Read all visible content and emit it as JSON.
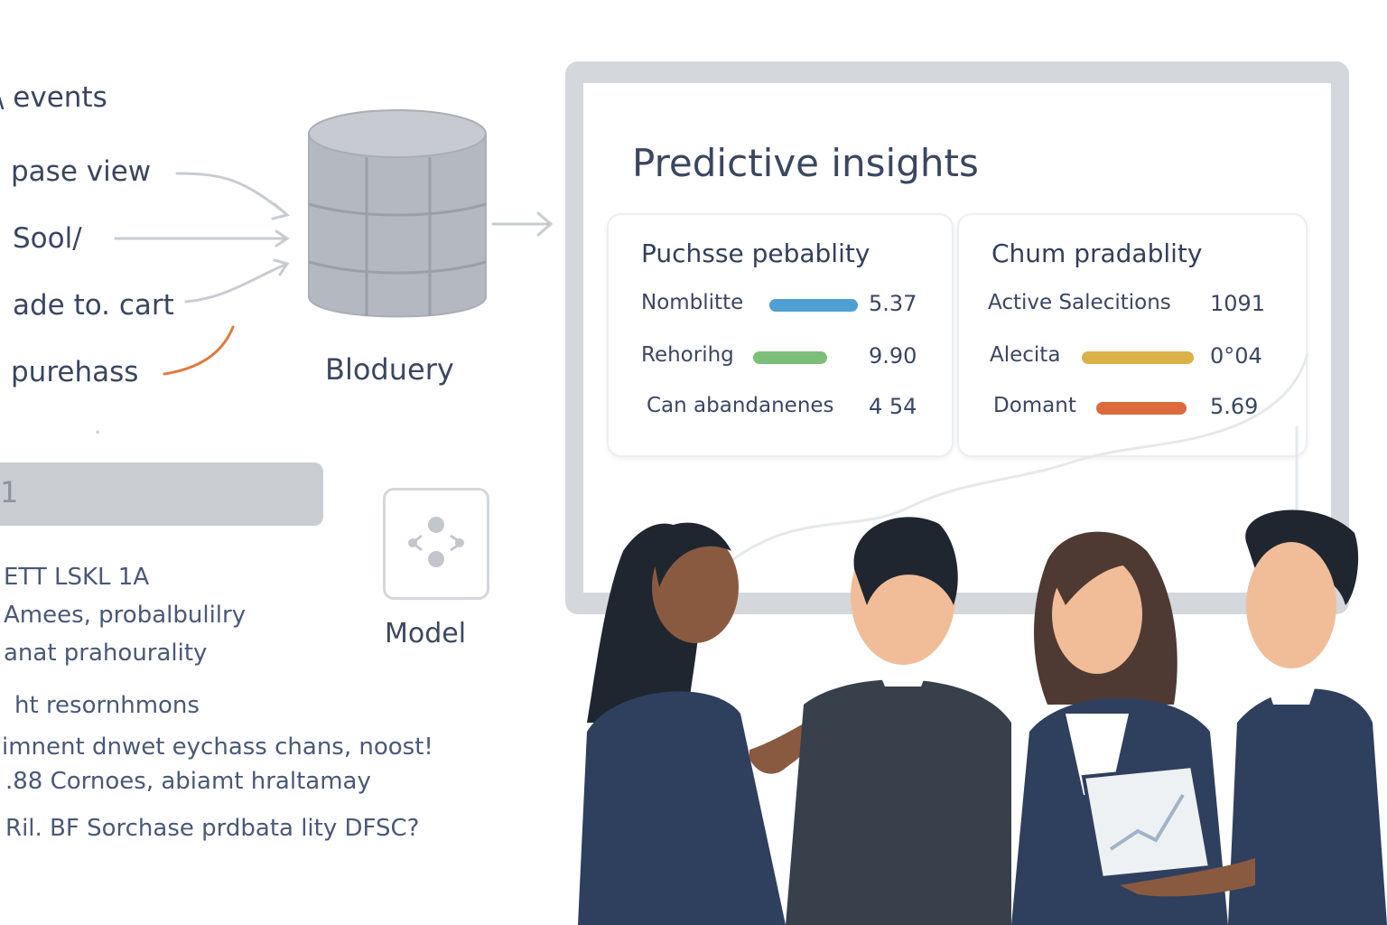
{
  "events": {
    "title": "\\ events",
    "items": [
      "pase view",
      "Sool/",
      "ade  to. cart",
      "purehass"
    ]
  },
  "database": {
    "label": "Bloduery"
  },
  "input_bar": {
    "glyph": "1"
  },
  "model": {
    "label": "Model"
  },
  "description": {
    "lines": [
      "ETT LSKL 1A",
      "Amees, probalbulilry",
      "anat prahourality",
      "ht resornhmons",
      "imnent  dnwet  eychass  chans, noost!",
      ".88 Cornoes, abiamt hraltamay",
      "Ril. BF Sorchase prdbata lity DFSC?"
    ]
  },
  "dashboard": {
    "title": "Predictive insights",
    "purchase_card": {
      "title": "Puchsse pebablity",
      "rows": [
        {
          "label": "Nomblitte",
          "value": "5.37",
          "color": "#4e9fd3"
        },
        {
          "label": "Rehorihg",
          "value": "9.90",
          "color": "#7cbf78"
        },
        {
          "label": "Can abandanenes",
          "value": "4  54",
          "color": ""
        }
      ]
    },
    "churn_card": {
      "title": "Chum pradablity",
      "rows": [
        {
          "label": "Active  Salecitions",
          "value": "1091",
          "color": ""
        },
        {
          "label": "Alecita",
          "value": "0°04",
          "color": "#dbb24a"
        },
        {
          "label": "Domant",
          "value": "5.69",
          "color": "#dd6a3c"
        }
      ]
    }
  },
  "colors": {
    "navy": "#2f3f5e",
    "skin_dark": "#8a5a40",
    "skin_light": "#f0bd98",
    "hair": "#1f2630",
    "hair_brown": "#4e3a33"
  }
}
